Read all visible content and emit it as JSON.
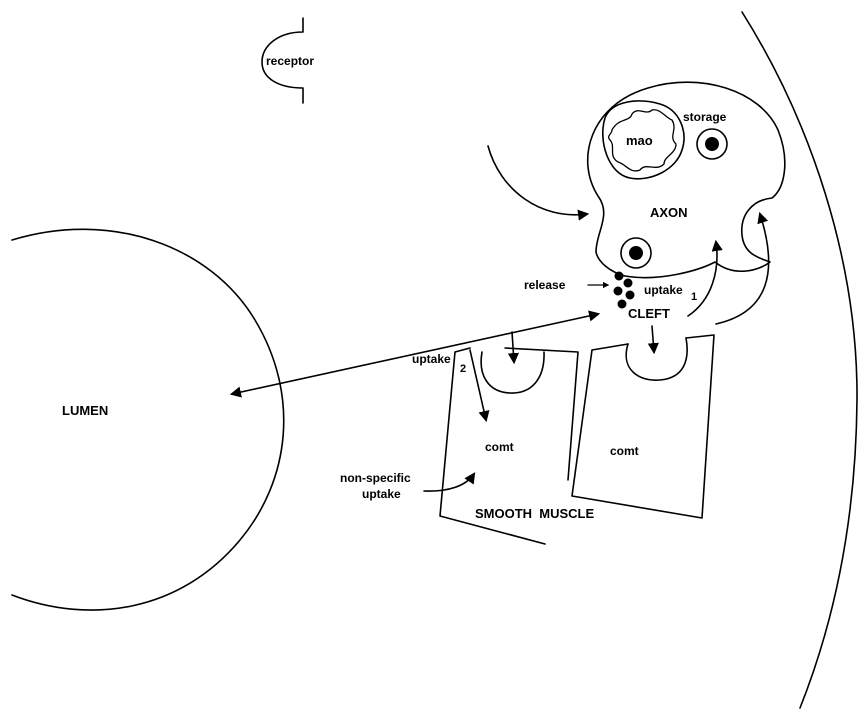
{
  "labels": {
    "receptor": "receptor",
    "mao": "mao",
    "storage": "storage",
    "axon": "AXON",
    "release": "release",
    "uptake1_main": "uptake",
    "uptake1_sub": "1",
    "cleft": "CLEFT",
    "uptake2_main": "uptake",
    "uptake2_sub": "2",
    "lumen": "LUMEN",
    "comt_left": "comt",
    "comt_right": "comt",
    "nonspecific_line1": "non-specific",
    "nonspecific_line2": "uptake",
    "smooth_muscle": "SMOOTH  MUSCLE"
  }
}
